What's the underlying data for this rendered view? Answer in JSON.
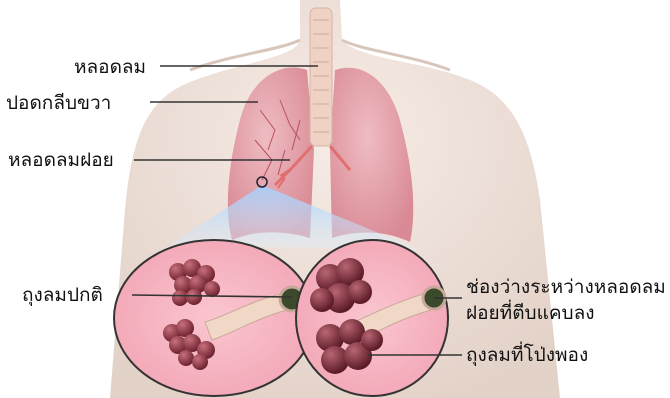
{
  "labels": {
    "trachea": "หลอดลม",
    "right_lung": "ปอดกลีบขวา",
    "bronchiole": "หลอดลมฝอย",
    "normal_alveoli": "ถุงลมปกติ",
    "narrowed_bronchiole_line1": "ช่องว่างระหว่างหลอดลม",
    "narrowed_bronchiole_line2": "ฝอยที่ตีบแคบลง",
    "emphysema_alveoli": "ถุงลมที่โป่งพอง"
  },
  "colors": {
    "body": "#efe3dc",
    "lung": "#e6a6ad",
    "lung_dark": "#d9838e",
    "trachea": "#f0d2c4",
    "circle_bg": "#f7b8c4",
    "alveoli": "#9b3b47",
    "alveoli_dark": "#6e2230",
    "bronchiole_tube": "#f1d8c6",
    "highlight_cone": "#bfe0ff"
  }
}
